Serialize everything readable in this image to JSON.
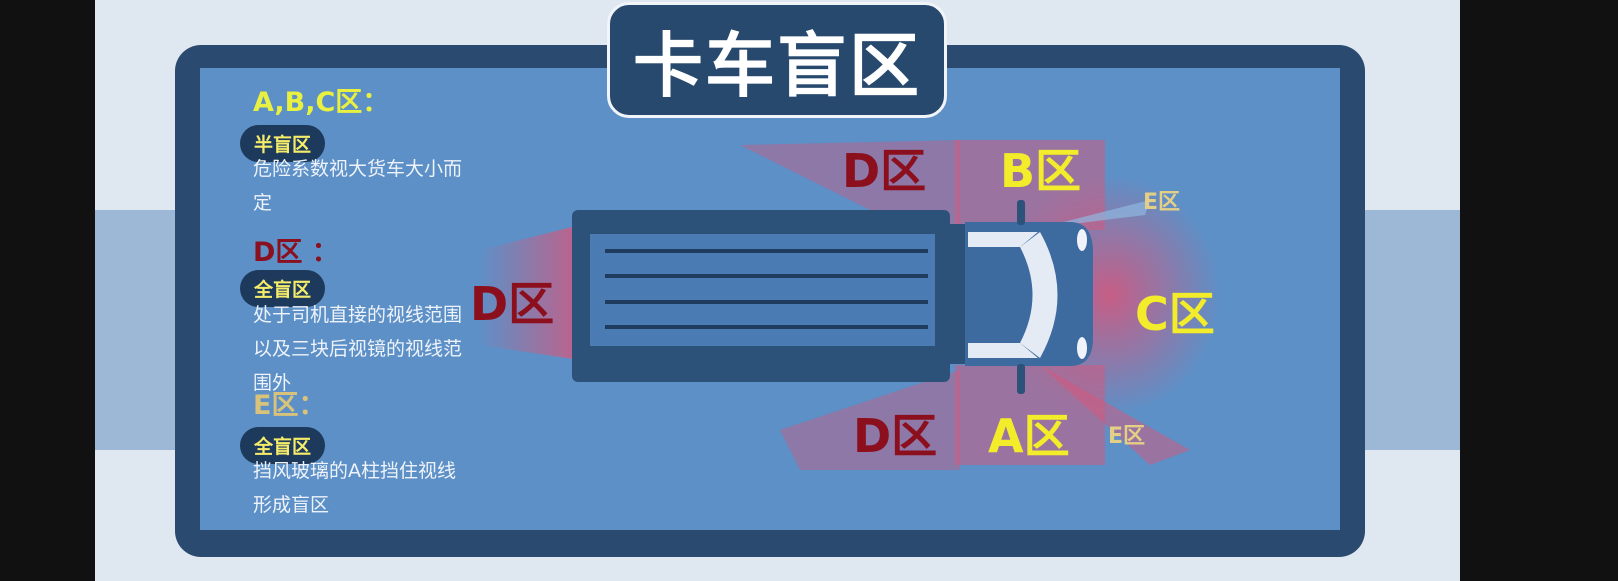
{
  "title": "卡车盲区",
  "legend": [
    {
      "heading": "A,B,C区：",
      "badge": "半盲区",
      "description": "危险系数视大货车大小而定",
      "color": "#e8f040"
    },
    {
      "heading": "D区 ：",
      "badge": "全盲区",
      "description": "处于司机直接的视线范围以及三块后视镜的视线范围外",
      "color": "#8a1020"
    },
    {
      "heading": "E区：",
      "badge": "全盲区",
      "description": "挡风玻璃的A柱挡住视线形成盲区",
      "color": "#d9c27a"
    }
  ],
  "zones": {
    "d_rear": "D区",
    "d_top": "D区",
    "d_bottom": "D区",
    "b": "B区",
    "a": "A区",
    "c": "C区",
    "e_top": "E区",
    "e_bottom": "E区"
  },
  "colors": {
    "zone_abc": "#f2ec2a",
    "zone_d": "#8c0f1e",
    "zone_e": "#e3cf86",
    "blind_area": "#d9557a",
    "panel": "#5d90c7",
    "frame": "#2b4a6f"
  }
}
